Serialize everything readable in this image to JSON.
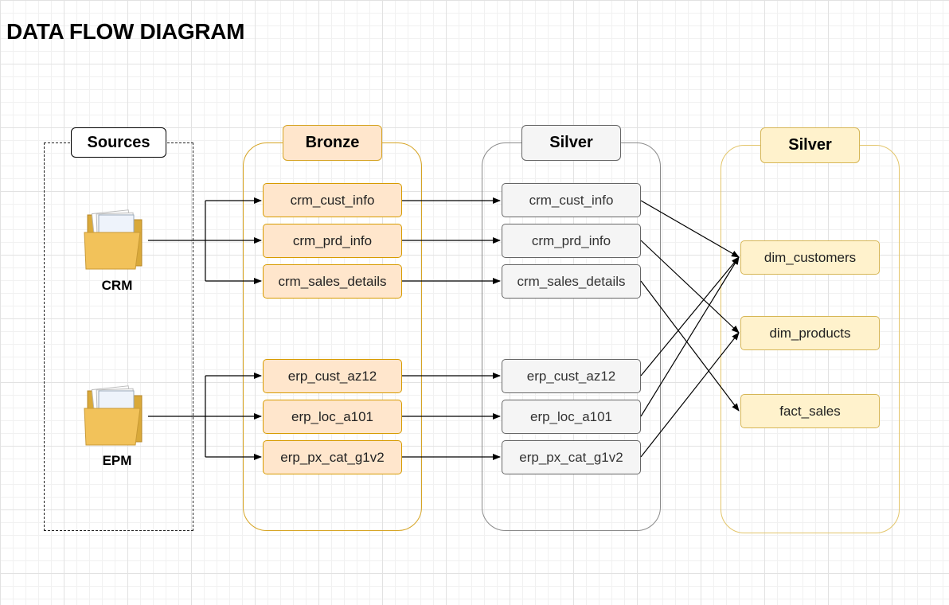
{
  "title": "DATA FLOW DIAGRAM",
  "layers": {
    "sources": "Sources",
    "bronze": "Bronze",
    "silver": "Silver",
    "gold": "Silver"
  },
  "sources": [
    {
      "id": "crm",
      "label": "CRM",
      "icon": "folder-icon"
    },
    {
      "id": "epm",
      "label": "EPM",
      "icon": "folder-icon"
    }
  ],
  "bronze_tables": [
    "crm_cust_info",
    "crm_prd_info",
    "crm_sales_details",
    "erp_cust_az12",
    "erp_loc_a101",
    "erp_px_cat_g1v2"
  ],
  "silver_tables": [
    "crm_cust_info",
    "crm_prd_info",
    "crm_sales_details",
    "erp_cust_az12",
    "erp_loc_a101",
    "erp_px_cat_g1v2"
  ],
  "gold_tables": [
    "dim_customers",
    "dim_products",
    "fact_sales"
  ],
  "flows": [
    {
      "from": "crm_cust_info",
      "to": "dim_customers"
    },
    {
      "from": "crm_prd_info",
      "to": "dim_products"
    },
    {
      "from": "crm_sales_details",
      "to": "fact_sales"
    },
    {
      "from": "erp_cust_az12",
      "to": "dim_customers"
    },
    {
      "from": "erp_loc_a101",
      "to": "dim_customers"
    },
    {
      "from": "erp_px_cat_g1v2",
      "to": "dim_products"
    }
  ],
  "colors": {
    "bronze_fill": "#ffe6cc",
    "bronze_border": "#d79b00",
    "silver_fill": "#f5f5f5",
    "silver_border": "#666666",
    "gold_fill": "#fff2cc",
    "gold_border": "#d6b656"
  }
}
